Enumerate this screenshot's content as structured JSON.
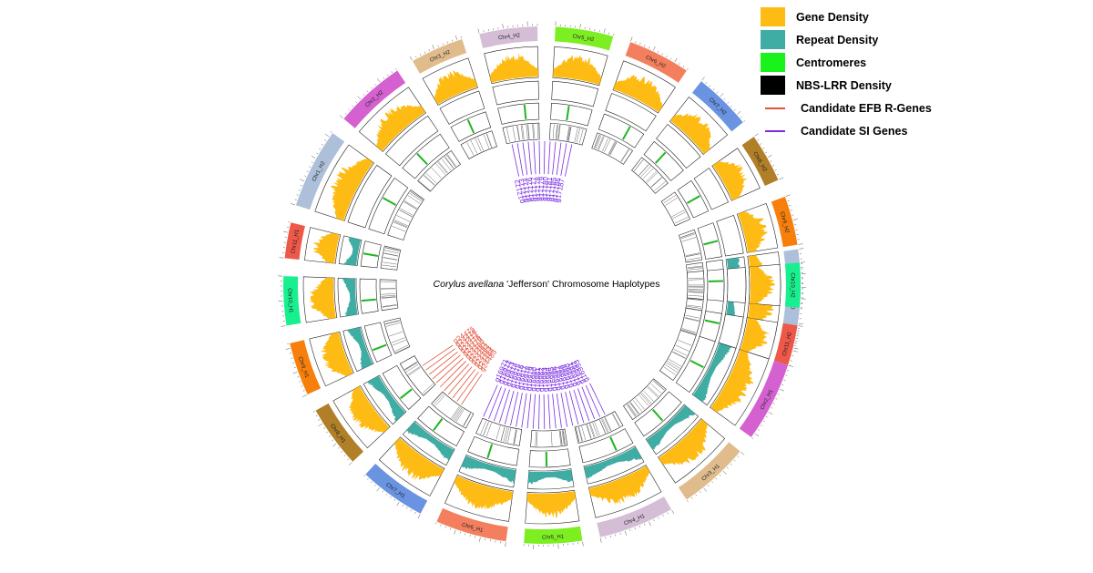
{
  "title": {
    "species": "Corylus avellana",
    "rest": " 'Jefferson' Chromosome Haplotypes"
  },
  "legend": [
    {
      "label": "Gene Density",
      "color": "#fdbb14",
      "kind": "box"
    },
    {
      "label": "Repeat Density",
      "color": "#3fada4",
      "kind": "box"
    },
    {
      "label": "Centromeres",
      "color": "#19f21b",
      "kind": "box"
    },
    {
      "label": "NBS-LRR Density",
      "color": "#000000",
      "kind": "box"
    },
    {
      "label": "Candidate EFB R-Genes",
      "color": "#e0533c",
      "kind": "line"
    },
    {
      "label": "Candidate SI Genes",
      "color": "#7a2de0",
      "kind": "line"
    }
  ],
  "colors": {
    "gene": "#fdbb14",
    "repeat": "#3fada4",
    "centromere": "#1db51f",
    "efb": "#e0533c",
    "si": "#7a2de0"
  },
  "chromosomes": [
    {
      "label": "Chr1_H1",
      "color": "#adbfd9",
      "hap": 1
    },
    {
      "label": "Chr2_H1",
      "color": "#d461cf",
      "hap": 1
    },
    {
      "label": "Chr3_H1",
      "color": "#e0bc8c",
      "hap": 1
    },
    {
      "label": "Chr4_H1",
      "color": "#d5bdd5",
      "hap": 1
    },
    {
      "label": "Chr5_H1",
      "color": "#7dee22",
      "hap": 1
    },
    {
      "label": "Chr6_H1",
      "color": "#f47f5e",
      "hap": 1
    },
    {
      "label": "Chr7_H1",
      "color": "#6a93e1",
      "hap": 1
    },
    {
      "label": "Chr8_H1",
      "color": "#b07f27",
      "hap": 1
    },
    {
      "label": "Chr9_H1",
      "color": "#f7800d",
      "hap": 1
    },
    {
      "label": "Chr10_H1",
      "color": "#18f08f",
      "hap": 1
    },
    {
      "label": "Chr11_H1",
      "color": "#ee5848",
      "hap": 1
    },
    {
      "label": "Chr1_H2",
      "color": "#adbfd9",
      "hap": 2
    },
    {
      "label": "Chr2_H2",
      "color": "#d461cf",
      "hap": 2
    },
    {
      "label": "Chr3_H2",
      "color": "#e0bc8c",
      "hap": 2
    },
    {
      "label": "Chr4_H2",
      "color": "#d5bdd5",
      "hap": 2
    },
    {
      "label": "Chr5_H2",
      "color": "#7dee22",
      "hap": 2
    },
    {
      "label": "Chr6_H2",
      "color": "#f47f5e",
      "hap": 2
    },
    {
      "label": "Chr7_H2",
      "color": "#6a93e1",
      "hap": 2
    },
    {
      "label": "Chr8_H2",
      "color": "#b07f27",
      "hap": 2
    },
    {
      "label": "Chr9_H2",
      "color": "#f7800d",
      "hap": 2
    },
    {
      "label": "Chr10_H2",
      "color": "#18f08f",
      "hap": 2
    },
    {
      "label": "Chr11_H2",
      "color": "#ee5848",
      "hap": 2
    }
  ],
  "si_genes_top": [
    "g17172",
    "g17173",
    "g17174",
    "g17176",
    "g17177",
    "g17178",
    "g17179",
    "g17180",
    "g17181",
    "g17185",
    "g17186",
    "g17187"
  ],
  "efb_genes": [
    "g24485",
    "g24484",
    "g24483",
    "g24482",
    "g24481",
    "g24480",
    "g24479",
    "g24478",
    "g24477",
    "g24476",
    "g24475"
  ],
  "si_genes_bottom": [
    "g16993",
    "g16992",
    "g16991",
    "g16990",
    "g16989",
    "g16988",
    "g16987",
    "g16986",
    "g16985",
    "g16984",
    "g16983",
    "g16982",
    "g16981",
    "g16980",
    "g16979",
    "g16978",
    "g16977",
    "g16976",
    "g16975",
    "g16974",
    "g16973",
    "g16972",
    "g16971"
  ]
}
